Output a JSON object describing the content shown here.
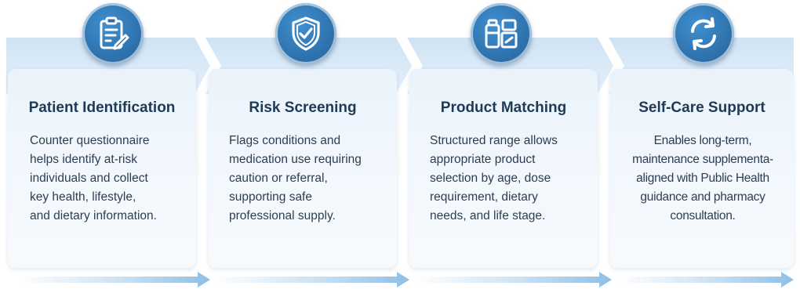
{
  "accent": "#2c6ea8",
  "steps": [
    {
      "icon": "clipboard-icon",
      "title": "Patient Identification",
      "description": "Counter questionnaire\nhelps identify at-risk\nindividuals and collect\nkey health, lifestyle,\nand dietary information."
    },
    {
      "icon": "shield-check-icon",
      "title": "Risk Screening",
      "description": "Flags conditions and\nmedication use requiring\ncaution or referral,\nsupporting safe\nprofessional supply."
    },
    {
      "icon": "product-boxes-icon",
      "title": "Product Matching",
      "description": "Structured range allows\nappropriate product\nselection by age, dose\nrequirement, dietary\nneeds, and life stage."
    },
    {
      "icon": "refresh-cycle-icon",
      "title": "Self-Care Support",
      "description": "Enables long-term,\nmaintenance supplementa-\naligned with Public Health\nguidance and pharmacy\nconsultation."
    }
  ]
}
